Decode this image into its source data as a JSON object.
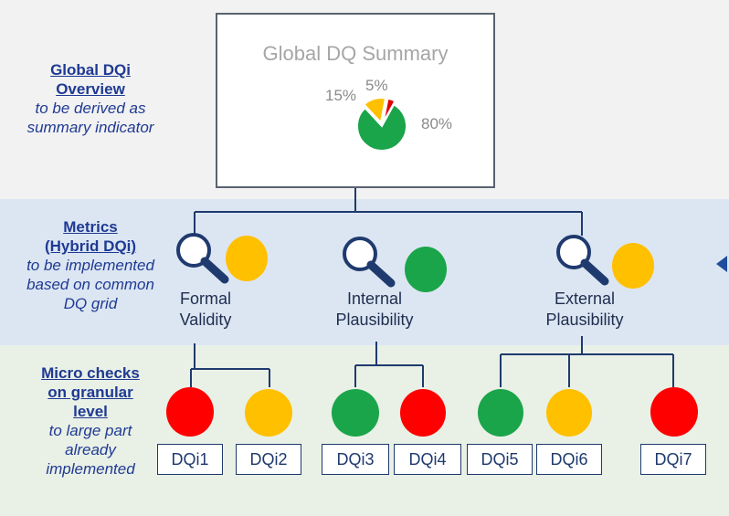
{
  "left_labels": {
    "overview": {
      "heading": "Global DQi\nOverview",
      "sub": "to be derived as\nsummary indicator"
    },
    "metrics": {
      "heading": "Metrics\n(Hybrid DQi)",
      "sub": "to be implemented\nbased on common\nDQ grid"
    },
    "micro": {
      "heading": "Micro checks\non granular\nlevel",
      "sub": "to large part\nalready\nimplemented"
    }
  },
  "summary": {
    "title": "Global DQ Summary",
    "pie": [
      {
        "label": "80%",
        "value": 80,
        "color": "#1aa54a"
      },
      {
        "label": "15%",
        "value": 15,
        "color": "#ffc000"
      },
      {
        "label": "5%",
        "value": 5,
        "color": "#e00000"
      }
    ]
  },
  "metrics": [
    {
      "label": "Formal\nValidity",
      "status_color": "#ffc000"
    },
    {
      "label": "Internal\nPlausibility",
      "status_color": "#1aa54a"
    },
    {
      "label": "External\nPlausibility",
      "status_color": "#ffc000"
    }
  ],
  "dqis": [
    {
      "label": "DQi1",
      "status_color": "#ff0000"
    },
    {
      "label": "DQi2",
      "status_color": "#ffc000"
    },
    {
      "label": "DQi3",
      "status_color": "#1aa54a"
    },
    {
      "label": "DQi4",
      "status_color": "#ff0000"
    },
    {
      "label": "DQi5",
      "status_color": "#1aa54a"
    },
    {
      "label": "DQi6",
      "status_color": "#ffc000"
    },
    {
      "label": "DQi7",
      "status_color": "#ff0000"
    }
  ],
  "colors": {
    "label_blue": "#1f3a93",
    "icon_blue": "#1f3a6e"
  }
}
